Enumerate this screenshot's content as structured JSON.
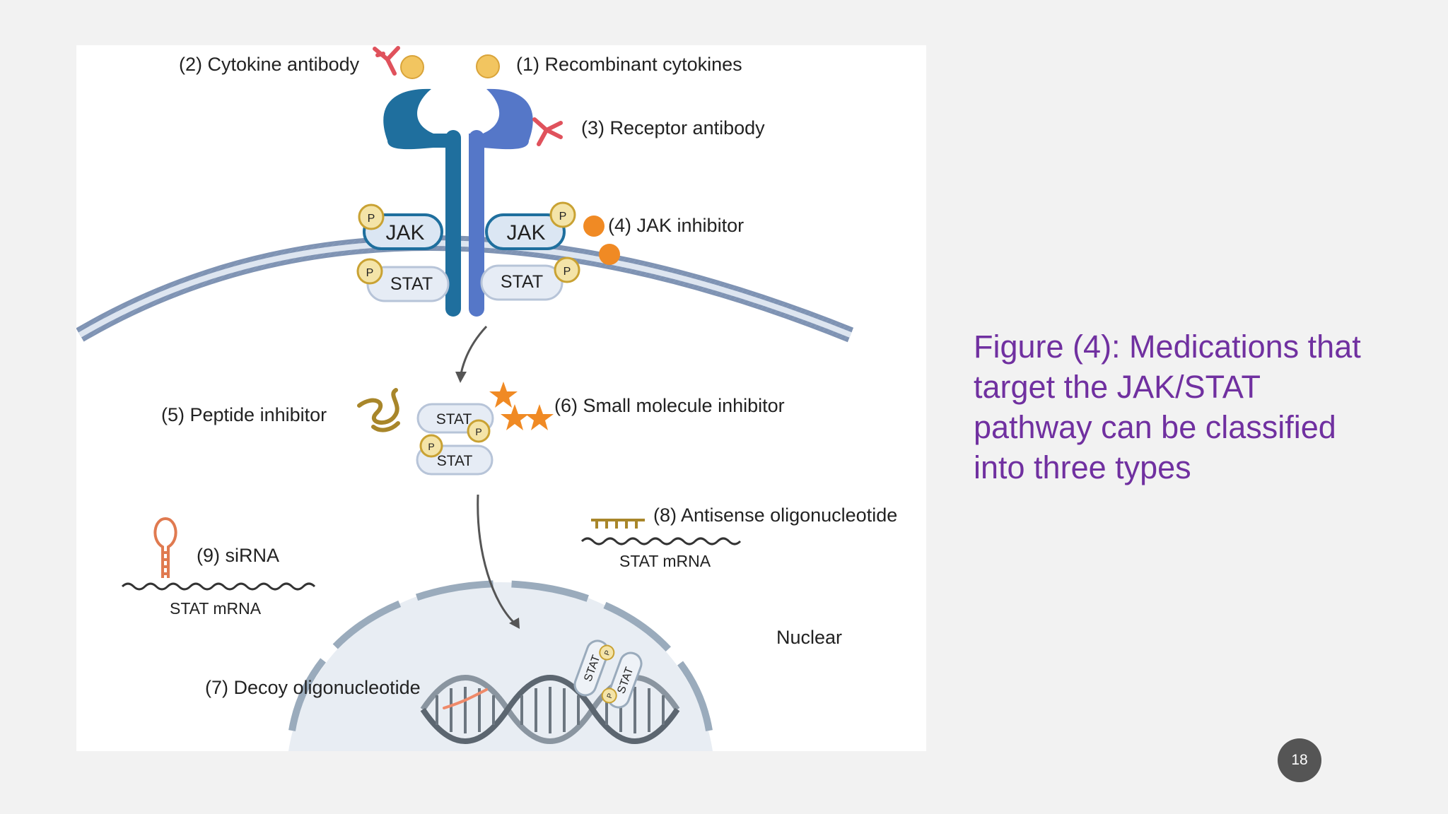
{
  "diagram": {
    "labels": {
      "cytokine_antibody": "(2) Cytokine antibody",
      "recombinant_cytokines": "(1) Recombinant cytokines",
      "receptor_antibody": "(3) Receptor antibody",
      "jak_inhibitor": "(4) JAK inhibitor",
      "peptide_inhibitor": "(5) Peptide inhibitor",
      "small_molecule_inhibitor": "(6) Small molecule inhibitor",
      "decoy_oligonucleotide": "(7) Decoy oligonucleotide",
      "antisense_oligonucleotide": "(8) Antisense oligonucleotide",
      "sirna": "(9) siRNA",
      "nuclear": "Nuclear"
    },
    "jak": "JAK",
    "stat": "STAT",
    "phospho": "P",
    "stat_mrna": "STAT mRNA"
  },
  "caption": "Figure (4): Medications that target the JAK/STAT pathway can be classified into three types",
  "slide_number": "18",
  "colors": {
    "caption": "#7030a0",
    "receptor_dark": "#1f6f9e",
    "receptor_light": "#5577c8",
    "antibody": "#e0525c",
    "cytokine": "#f2c560",
    "inhibitor": "#f08a24",
    "peptide": "#a8862a"
  }
}
